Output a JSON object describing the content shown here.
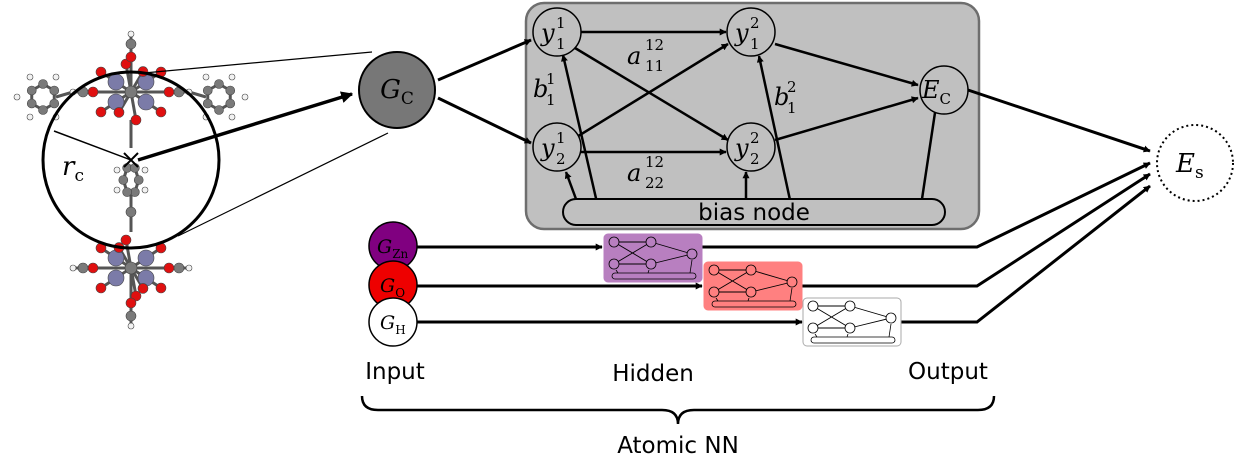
{
  "structure": {
    "cutoff": {
      "symbol": "r",
      "sub": "c"
    },
    "atom_colors": {
      "zn": "#7b7ba8",
      "o": "#e01010",
      "c": "#7a7a7a",
      "h": "#f2f2f2"
    }
  },
  "descriptor": {
    "symbol": "G",
    "sub": "C",
    "fill": "#777777"
  },
  "network": {
    "panel_fill": "#c0c0c0",
    "nodes": {
      "y11": {
        "sym": "y",
        "sup": "1",
        "sub": "1"
      },
      "y21": {
        "sym": "y",
        "sup": "2",
        "sub": "1"
      },
      "y12": {
        "sym": "y",
        "sup": "1",
        "sub": "2"
      },
      "y22": {
        "sym": "y",
        "sup": "2",
        "sub": "2"
      },
      "ec": {
        "sym": "E",
        "sub": "C"
      }
    },
    "weights": {
      "a11": {
        "sym": "a",
        "sup": "12",
        "sub": "11"
      },
      "a22": {
        "sym": "a",
        "sup": "12",
        "sub": "22"
      },
      "b11": {
        "sym": "b",
        "sup": "1",
        "sub": "1"
      },
      "b21": {
        "sym": "b",
        "sup": "2",
        "sub": "1"
      }
    },
    "bias_label": "bias node"
  },
  "atomic_inputs": [
    {
      "sym": "G",
      "sub": "Zn",
      "fill": "#800080"
    },
    {
      "sym": "G",
      "sub": "O",
      "fill": "#ee0000"
    },
    {
      "sym": "G",
      "sub": "H",
      "fill": "#ffffff"
    }
  ],
  "mini_net_colors": [
    "#b87fc0",
    "#ff8080",
    "#ffffff"
  ],
  "output": {
    "sym": "E",
    "sub": "s"
  },
  "labels": {
    "input": "Input",
    "hidden": "Hidden",
    "output": "Output",
    "brace": "Atomic NN"
  }
}
